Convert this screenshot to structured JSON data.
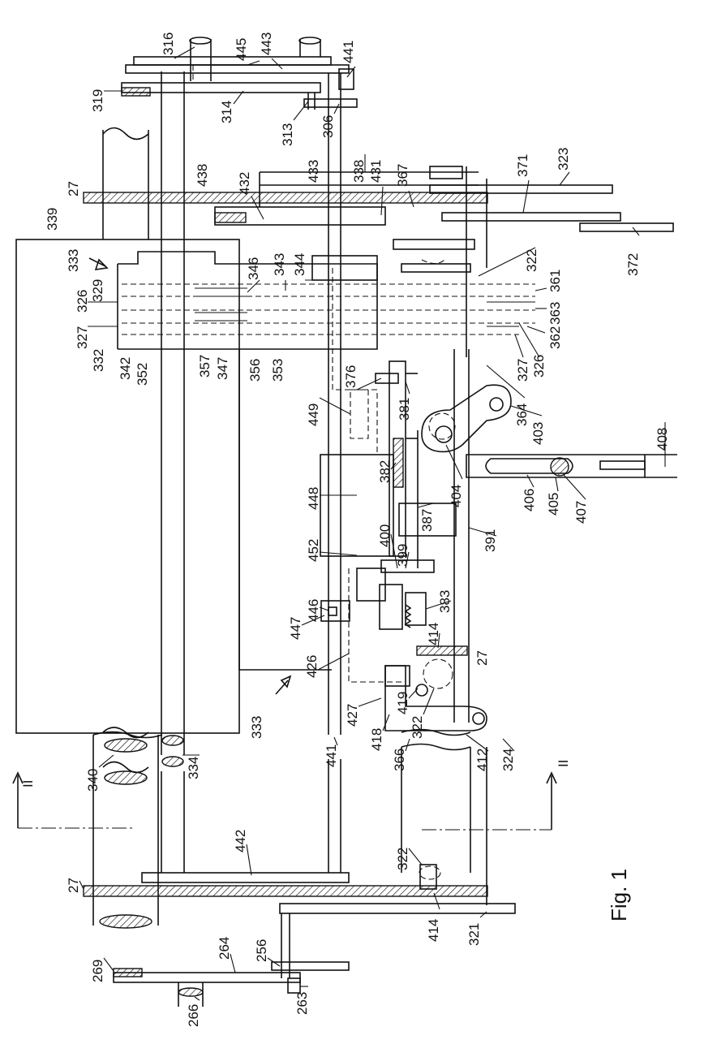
{
  "figure": {
    "caption": "Fig. 1",
    "section_mark": "II",
    "ref_labels": [
      "316",
      "445",
      "443",
      "441",
      "319",
      "314",
      "313",
      "306",
      "338",
      "431",
      "367",
      "323",
      "371",
      "27",
      "438",
      "432",
      "433",
      "372",
      "339",
      "333",
      "322",
      "361",
      "363",
      "362",
      "327",
      "326",
      "346",
      "343",
      "344",
      "329",
      "332",
      "342",
      "352",
      "357",
      "347",
      "356",
      "353",
      "376",
      "381",
      "364",
      "403",
      "408",
      "449",
      "404",
      "406",
      "405",
      "407",
      "448",
      "382",
      "387",
      "452",
      "400",
      "399",
      "391",
      "446",
      "383",
      "447",
      "414",
      "426",
      "418",
      "419",
      "366",
      "412",
      "324",
      "340",
      "334",
      "441",
      "442",
      "321",
      "269",
      "264",
      "256",
      "266",
      "263"
    ]
  }
}
